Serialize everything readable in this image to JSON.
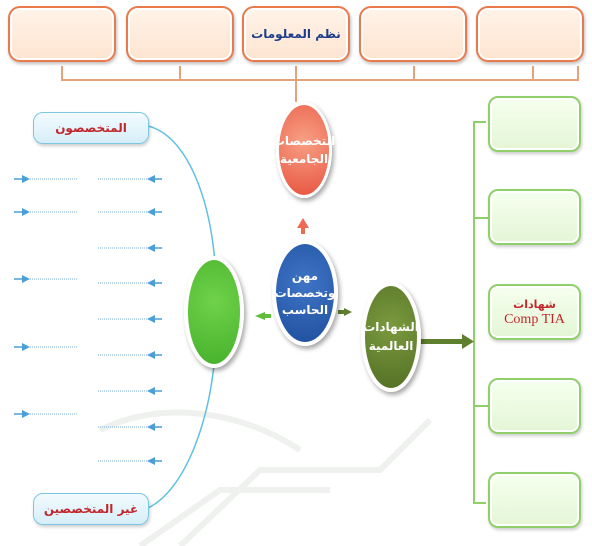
{
  "top_boxes": {
    "center_label": "نظم المعلومات"
  },
  "ovals": {
    "university": "التخصصات الجامعية",
    "center": "مهن وتخصصات الحاسب",
    "certificates": "الشهادات العالمية"
  },
  "left_labels": {
    "specialists": "المتخصصون",
    "non_specialists": "غير المتخصصين"
  },
  "right_boxes": {
    "cert_title": "شهادات",
    "cert_name": "Comp TIA"
  },
  "colors": {
    "orange": "#e97a4b",
    "blue": "#2c5fae",
    "olive": "#5e7f2e",
    "green": "#5fbf3a",
    "red_oval": "#ef6a55"
  }
}
